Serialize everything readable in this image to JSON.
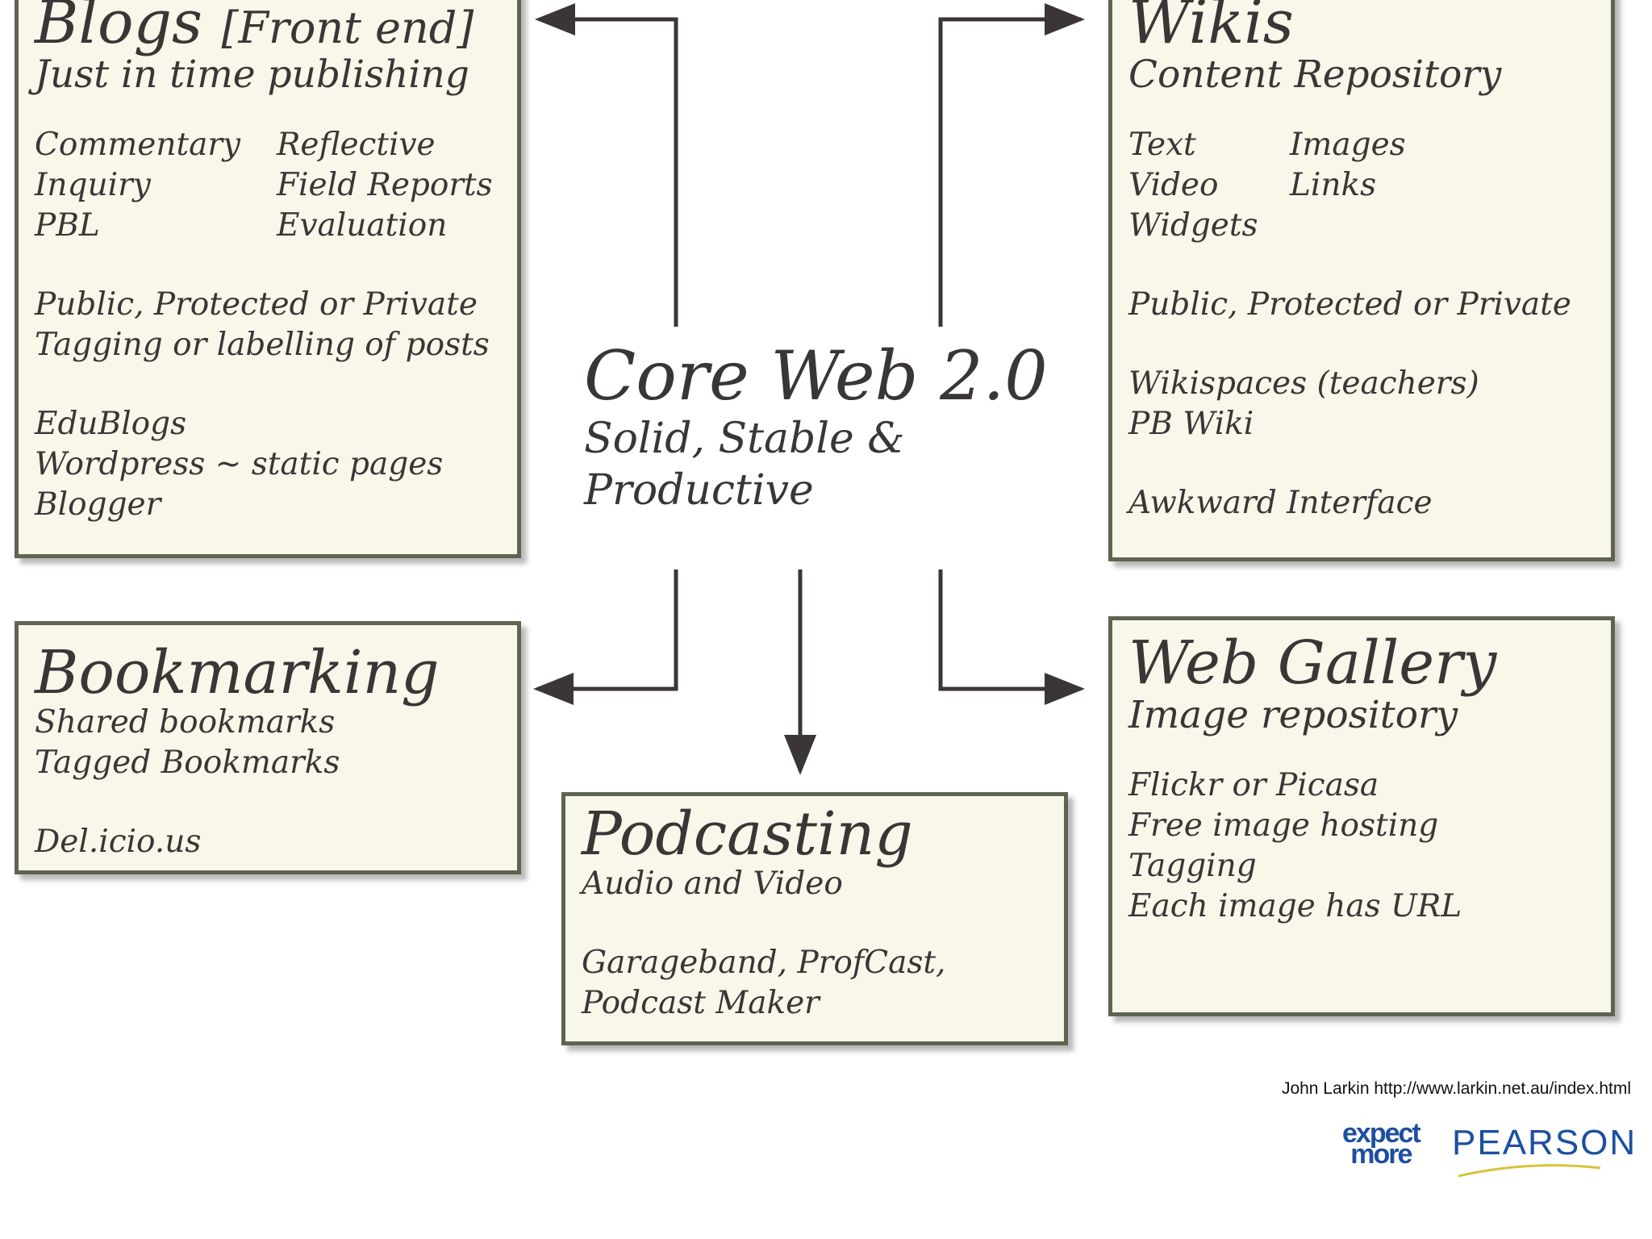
{
  "blogs": {
    "title": "Blogs",
    "title_note": "[Front end]",
    "subtitle": "Just in time publishing",
    "grid": [
      [
        "Commentary",
        "Reflective"
      ],
      [
        "Inquiry",
        "Field Reports"
      ],
      [
        "PBL",
        "Evaluation"
      ]
    ],
    "privacy": [
      "Public, Protected or Private",
      "Tagging or labelling of posts"
    ],
    "tools": [
      "EduBlogs",
      "Wordpress ~ static pages",
      "Blogger"
    ]
  },
  "wikis": {
    "title": "Wikis",
    "subtitle": "Content Repository",
    "grid": [
      [
        "Text",
        "Images"
      ],
      [
        "Video",
        "Links"
      ],
      [
        "Widgets",
        ""
      ]
    ],
    "privacy": "Public, Protected or Private",
    "tools": [
      "Wikispaces (teachers)",
      "PB Wiki"
    ],
    "note": "Awkward Interface"
  },
  "core": {
    "title": "Core Web 2.0",
    "subtitle_lines": [
      "Solid, Stable &",
      "Productive"
    ]
  },
  "bookmarking": {
    "title": "Bookmarking",
    "items": [
      "Shared bookmarks",
      "Tagged Bookmarks"
    ],
    "tool": "Del.icio.us"
  },
  "podcasting": {
    "title": "Podcasting",
    "subtitle": "Audio and Video",
    "tools": [
      "Garageband, ProfCast,",
      "Podcast Maker"
    ]
  },
  "gallery": {
    "title": "Web Gallery",
    "subtitle": "Image repository",
    "items": [
      "Flickr or Picasa",
      "Free image hosting",
      "Tagging",
      "Each image has URL"
    ]
  },
  "footer": {
    "credit": "John Larkin http://www.larkin.net.au/index.html",
    "logo_expect_top": "expect",
    "logo_expect_bottom": "more",
    "logo_pearson": "PEARSON"
  },
  "colors": {
    "box_fill": "#f8f7ea",
    "box_border": "#5f6451",
    "arrow": "#3b3537",
    "text": "#3a3636",
    "pearson_blue": "#1c4fa0"
  }
}
